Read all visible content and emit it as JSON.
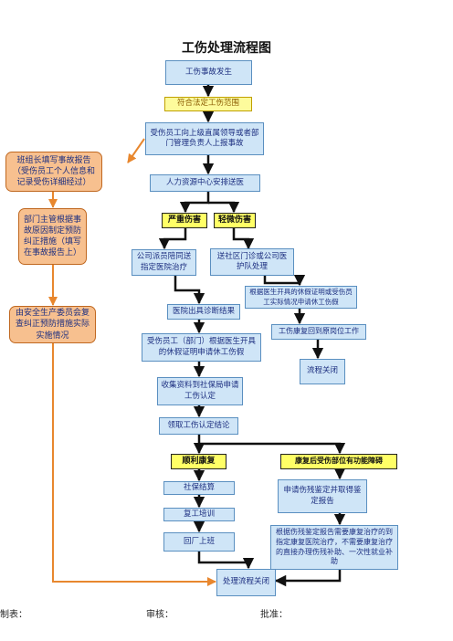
{
  "title": "工伤处理流程图",
  "nodes": {
    "n1": "工伤事故发生",
    "n2": "符合法定工伤范围",
    "n3": "受伤员工向上级直属领导或者部门管理负责人上报事故",
    "n4": "人力资源中心安排送医",
    "tag_serious": "严重伤害",
    "tag_minor": "轻微伤害",
    "n5": "公司派员陪同送指定医院治疗",
    "n6": "送社区门诊或公司医护队处理",
    "n7": "根据医生开具的休假证明或受伤员工实际情况申请休工伤假",
    "n8": "医院出具诊断结果",
    "n9": "工伤康复回到原岗位工作",
    "n10": "受伤员工（部门）根据医生开具的休假证明申请休工伤假",
    "n11": "流程关闭",
    "n12": "收集资料到社保局申请工伤认定",
    "n13": "领取工伤认定结论",
    "tag_recovery": "顺利康复",
    "tag_disability": "康复后受伤部位有功能障碍",
    "n14": "社保结算",
    "n15": "申请伤残鉴定并取得鉴定报告",
    "n16": "复工培训",
    "n17": "回厂上班",
    "n18": "根据伤残鉴定报告需要康复治疗的到指定康复医院治疗，不需要康复治疗的直接办理伤残补助、一次性就业补助",
    "n19": "处理流程关闭",
    "side1": "班组长填写事故报告（受伤员工个人信息和记录受伤详细经过）",
    "side2": "部门主管根据事故原因制定预防纠正措施（填写在事故报告上）",
    "side3": "由安全生产委员会复查纠正预防措施实际实施情况"
  },
  "footer": {
    "made_by": "制表：",
    "reviewed_by": "审核：",
    "approved_by": "批准："
  },
  "colors": {
    "box_fill": "#cfe5f7",
    "side_fill": "#f7c08f",
    "connector_orange": "#e8872e",
    "tag_fill": "#ffff66"
  }
}
